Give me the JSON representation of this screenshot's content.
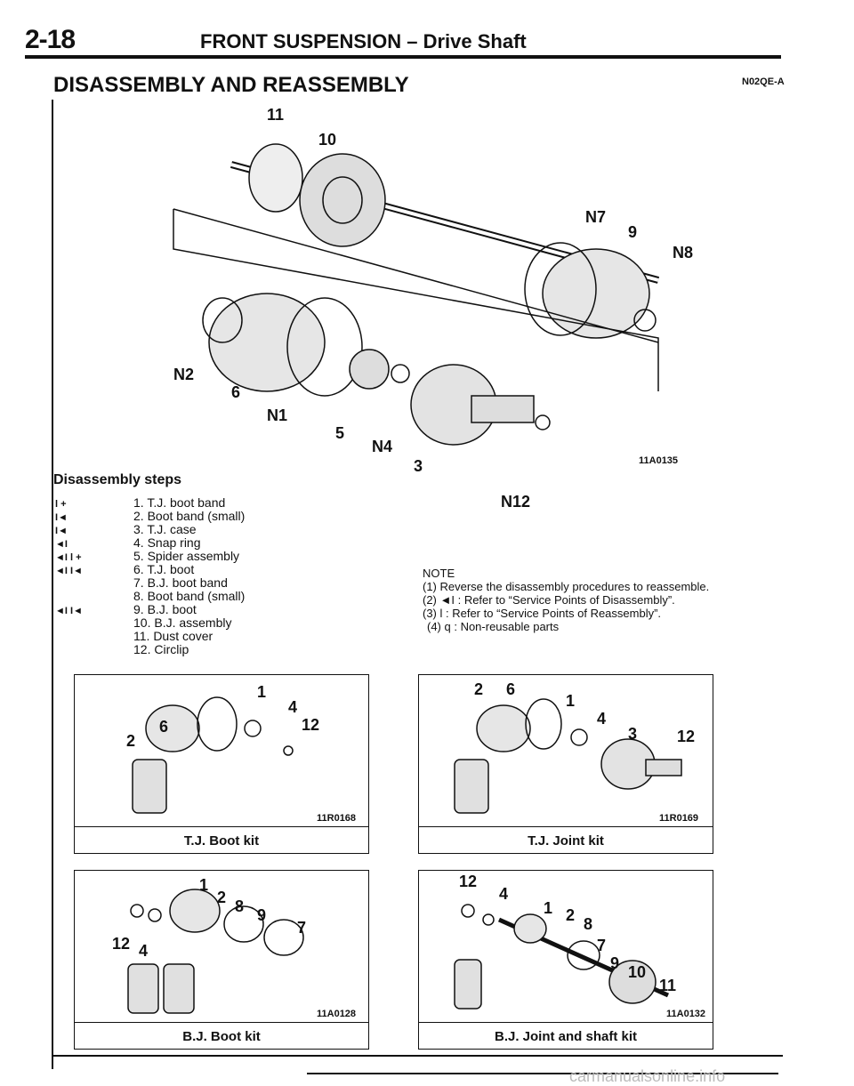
{
  "header": {
    "page_number": "2-18",
    "title": "FRONT SUSPENSION – Drive Shaft"
  },
  "section": {
    "title": "DISASSEMBLY AND REASSEMBLY",
    "code": "N02QE-A"
  },
  "main_figure": {
    "code": "11A0135",
    "callouts": [
      "11",
      "10",
      "N7",
      "9",
      "N8",
      "N2",
      "6",
      "N1",
      "5",
      "N4",
      "3",
      "N12"
    ]
  },
  "steps": {
    "title": "Disassembly steps",
    "items": [
      {
        "marks": "l +",
        "text": "1. T.J. boot band"
      },
      {
        "marks": "I◄",
        "text": "2. Boot band (small)"
      },
      {
        "marks": "I◄",
        "text": "3. T.J. case"
      },
      {
        "marks": "◄I",
        "text": "4. Snap ring"
      },
      {
        "marks": "◄I  l +",
        "text": "5. Spider assembly"
      },
      {
        "marks": "◄I I◄",
        "text": "6. T.J. boot"
      },
      {
        "marks": "",
        "text": "7. B.J. boot band"
      },
      {
        "marks": "",
        "text": "8. Boot band (small)"
      },
      {
        "marks": "◄I I◄",
        "text": "9. B.J. boot"
      },
      {
        "marks": "",
        "text": "10. B.J. assembly"
      },
      {
        "marks": "",
        "text": "11. Dust cover"
      },
      {
        "marks": "",
        "text": "12. Circlip"
      }
    ]
  },
  "notes": {
    "title": "NOTE",
    "lines": [
      "(1) Reverse the disassembly procedures to reassemble.",
      "(2) ◄I : Refer to “Service Points of Disassembly”.",
      "(3) l : Refer to “Service Points of Reassembly”.",
      "(4) q : Non-reusable parts"
    ]
  },
  "kits": [
    {
      "caption": "T.J. Boot kit",
      "code": "11R0168",
      "numbers": [
        "1",
        "4",
        "12",
        "2",
        "6"
      ]
    },
    {
      "caption": "T.J. Joint kit",
      "code": "11R0169",
      "numbers": [
        "2",
        "6",
        "1",
        "4",
        "3",
        "12"
      ]
    },
    {
      "caption": "B.J. Boot kit",
      "code": "11A0128",
      "numbers": [
        "1",
        "2",
        "8",
        "9",
        "7",
        "12",
        "4"
      ]
    },
    {
      "caption": "B.J. Joint and shaft kit",
      "code": "11A0132",
      "numbers": [
        "12",
        "4",
        "1",
        "2",
        "8",
        "7",
        "9",
        "10",
        "11"
      ]
    }
  ],
  "watermark": "carmanualsonline.info"
}
